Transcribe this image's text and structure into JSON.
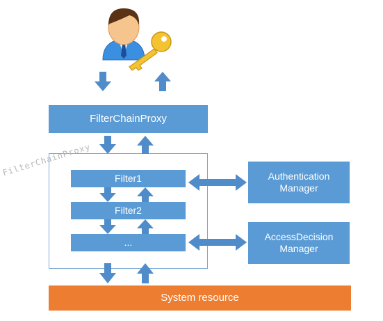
{
  "diagram": {
    "proxy_label": "FilterChainProxy",
    "filters": [
      "Filter1",
      "Filter2",
      "..."
    ],
    "auth_manager_line1": "Authentication",
    "auth_manager_line2": "Manager",
    "decision_manager_line1": "AccessDecision",
    "decision_manager_line2": "Manager",
    "resource_label": "System resource",
    "watermark": "FilterChainProxy"
  },
  "icons": {
    "user": "user-with-key-icon"
  },
  "colors": {
    "box_blue": "#5b9bd5",
    "arrow_blue": "#4f8cc9",
    "resource_orange": "#ed7d31",
    "container_border": "#7aa9d6"
  }
}
